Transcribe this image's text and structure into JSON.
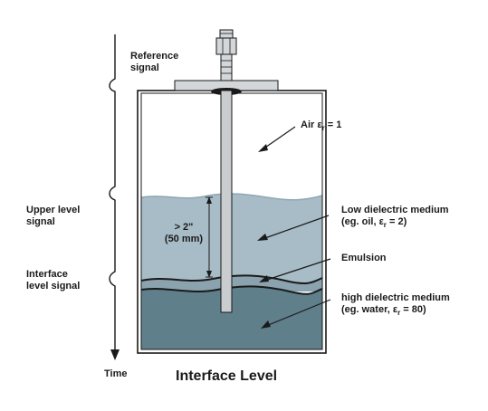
{
  "diagram": {
    "title": "Interface Level",
    "time_axis": {
      "time_label": "Time",
      "reference_signal": [
        "Reference",
        "signal"
      ],
      "upper_level_signal": [
        "Upper level",
        "signal"
      ],
      "interface_level_signal": [
        "Interface",
        "level signal"
      ]
    },
    "dimension": {
      "line1": "> 2\"",
      "line2": "(50 mm)"
    },
    "media": {
      "air": {
        "text": "Air ",
        "symbol": "ε",
        "sub": "r",
        "tail": " = 1"
      },
      "low_dielectric": {
        "line1": "Low dielectric medium",
        "prefix": "(eg. oil, ",
        "symbol": "ε",
        "sub": "r",
        "tail": " = 2)"
      },
      "emulsion": "Emulsion",
      "high_dielectric": {
        "line1": "high dielectric medium",
        "prefix": "(eg. water, ",
        "symbol": "ε",
        "sub": "r",
        "tail": " = 80)"
      }
    },
    "colors": {
      "air": "#ffffff",
      "low_dielectric": "#a7bcc6",
      "emulsion": "#8aa3ae",
      "high_dielectric": "#5f7f8b",
      "probe": "#c9cdd0",
      "flange": "#d4d7d9",
      "outline": "#1a1a1a"
    }
  }
}
